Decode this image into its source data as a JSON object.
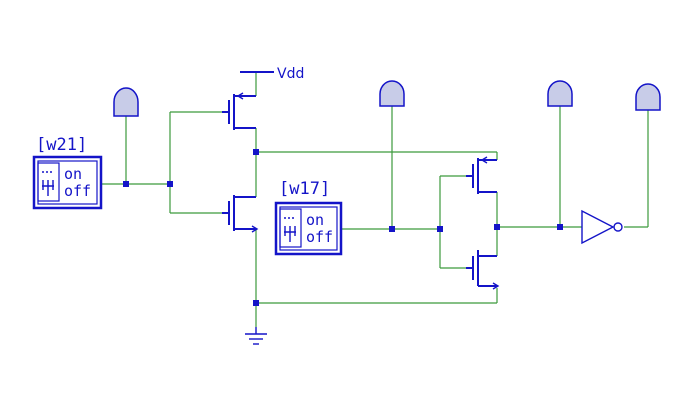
{
  "switches": [
    {
      "name": "[w21]",
      "on_label": "on",
      "off_label": "off"
    },
    {
      "name": "[w17]",
      "on_label": "on",
      "off_label": "off"
    }
  ],
  "supply_label": "Vdd",
  "colors": {
    "wire": "#3c9a3c",
    "device": "#1414c8",
    "probe_fill": "#c8cce8"
  },
  "icons": [
    "switch-icon",
    "probe-icon",
    "nmos-transistor",
    "pmos-transistor",
    "inverter-icon",
    "ground-icon"
  ]
}
